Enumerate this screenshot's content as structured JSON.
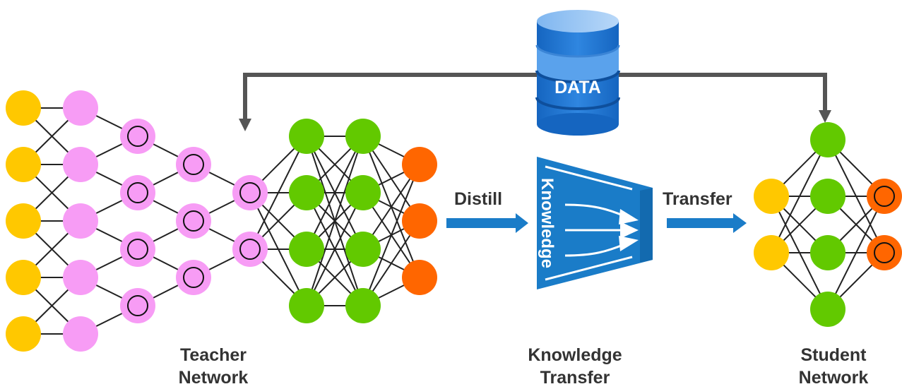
{
  "labels": {
    "data": "DATA",
    "distill": "Distill",
    "transfer": "Transfer",
    "knowledge_funnel": "Knowledge",
    "teacher_line1": "Teacher",
    "teacher_line2": "Network",
    "kt_line1": "Knowledge",
    "kt_line2": "Transfer",
    "student_line1": "Student",
    "student_line2": "Network"
  },
  "colors": {
    "yellow": "#FFC800",
    "pink": "#F79CF5",
    "green": "#62C900",
    "orange": "#FF6600",
    "blue": "#1A7CC8",
    "gray": "#555555"
  }
}
